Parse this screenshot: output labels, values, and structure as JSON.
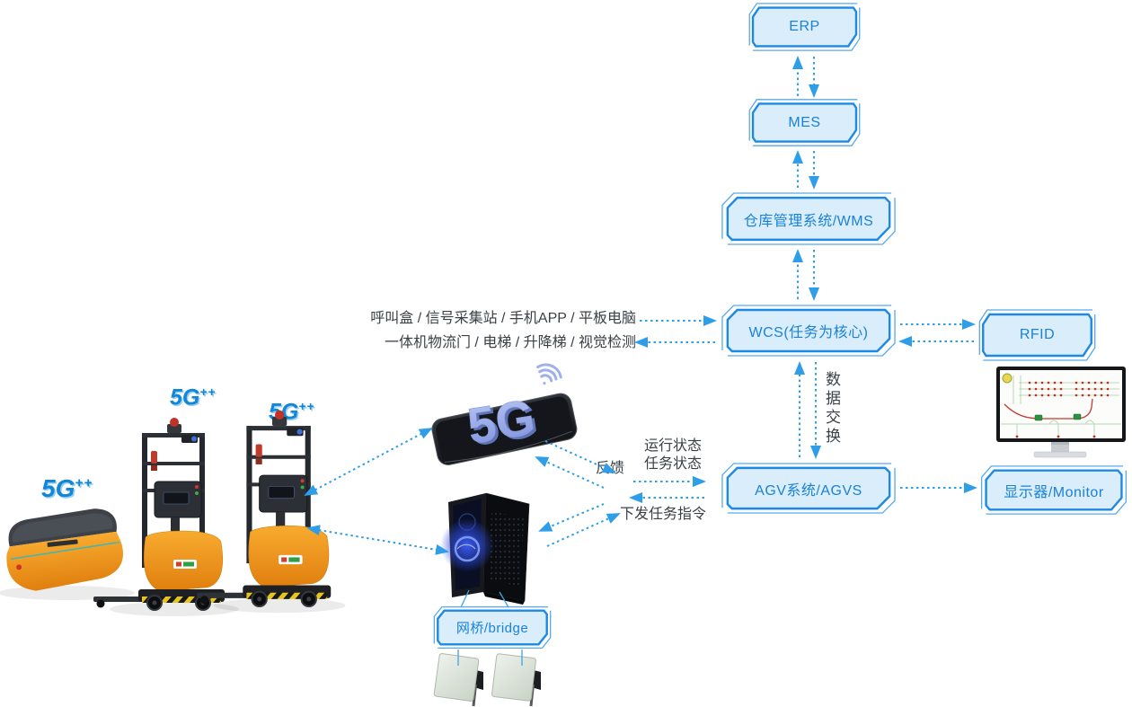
{
  "diagram": {
    "boxes": {
      "erp": "ERP",
      "mes": "MES",
      "wms": "仓库管理系统/WMS",
      "wcs": "WCS(任务为核心)",
      "rfid": "RFID",
      "agvs": "AGV系统/AGVS",
      "monitor": "显示器/Monitor",
      "bridge": "网桥/bridge"
    },
    "labels": {
      "peripherals_line1": "呼叫盒 / 信号采集站 / 手机APP / 平板电脑",
      "peripherals_line2": "一体机物流门 / 电梯 / 升降梯 / 视觉检测",
      "data_exchange": "数据交换",
      "feedback": "反馈",
      "running_status": "运行状态",
      "task_status": "任务状态",
      "dispatch_command": "下发任务指令",
      "badge_5g": "5G",
      "badge_plus": "++",
      "phone_5g": "5G"
    },
    "colors": {
      "node_border": "#1e88e5",
      "node_fill": "#d9edfb",
      "node_outline": "#58aae9",
      "node_text": "#1b82d6",
      "arrow": "#2f9ee9",
      "label_text": "#3b4045",
      "badge_blue": "#1287d8",
      "agv_orange": "#f39c1f"
    }
  }
}
